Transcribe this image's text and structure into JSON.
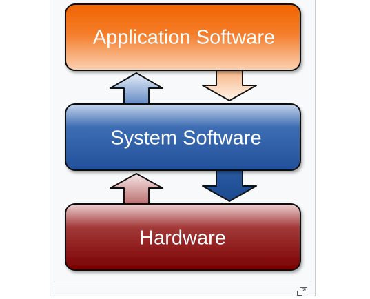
{
  "diagram": {
    "layers": [
      {
        "label": "Application Software",
        "color_top": "#f06a00",
        "color_bottom": "#fde2cf"
      },
      {
        "label": "System Software",
        "color_top": "#c9d9ee",
        "color_bottom": "#24539c"
      },
      {
        "label": "Hardware",
        "color_top": "#f0d6d6",
        "color_bottom": "#7e0000"
      }
    ],
    "arrows": [
      {
        "from": "System Software",
        "to": "Application Software",
        "direction": "up"
      },
      {
        "from": "Application Software",
        "to": "System Software",
        "direction": "down"
      },
      {
        "from": "Hardware",
        "to": "System Software",
        "direction": "up"
      },
      {
        "from": "System Software",
        "to": "Hardware",
        "direction": "down"
      }
    ]
  },
  "controls": {
    "enlarge_icon": "enlarge-icon"
  }
}
